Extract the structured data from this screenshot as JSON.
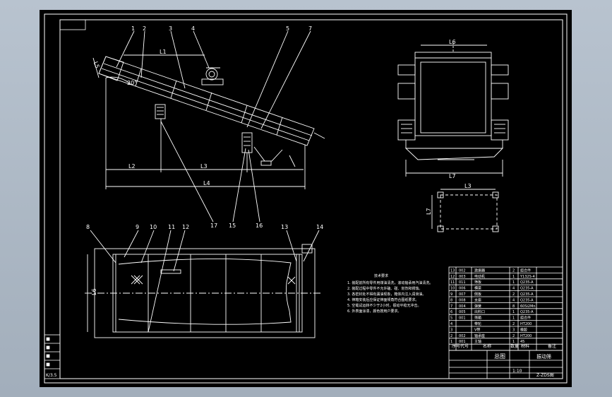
{
  "callouts_top": [
    {
      "id": "c1",
      "text": "1"
    },
    {
      "id": "c2",
      "text": "2"
    },
    {
      "id": "c3",
      "text": "3"
    },
    {
      "id": "c4",
      "text": "4"
    },
    {
      "id": "c5",
      "text": "5"
    },
    {
      "id": "c7",
      "text": "7"
    },
    {
      "id": "c17",
      "text": "17"
    },
    {
      "id": "c15",
      "text": "15"
    },
    {
      "id": "c16",
      "text": "16"
    }
  ],
  "callouts_plan": [
    {
      "id": "c8",
      "text": "8"
    },
    {
      "id": "c9",
      "text": "9"
    },
    {
      "id": "c10",
      "text": "10"
    },
    {
      "id": "c11",
      "text": "11"
    },
    {
      "id": "c12",
      "text": "12"
    },
    {
      "id": "c13",
      "text": "13"
    },
    {
      "id": "c14",
      "text": "14"
    }
  ],
  "dimensions": {
    "l1": "L1",
    "l2": "L2",
    "l3": "L3",
    "l4": "L4",
    "l5": "L5",
    "l6": "L6",
    "l7": "L7",
    "angle": "20°",
    "end_view_top": "L6",
    "end_view_bottom": "L7",
    "footprint_top": "L3",
    "footprint_side": "L7",
    "plan_side": "L6"
  },
  "notes": {
    "heading": "技术要求",
    "lines": [
      "1. 装配前所有零件用煤油清洗，滚动轴承用汽油清洗。",
      "2. 装配过程中零件不允许磕、碰、划伤和锈蚀。",
      "3. 各密封处不得有漏油现象，箱体内注入润滑油。",
      "4. 筛箱安装后应保证筛面倾角符合图纸要求。",
      "5. 空载试运转不少于2小时，振动平稳无冲击。",
      "6. 外表面涂漆，颜色按用户要求。"
    ]
  },
  "bom": {
    "rows": [
      {
        "no": "13",
        "code": "002",
        "name": "激振器",
        "qty": "2",
        "mat": "组合件"
      },
      {
        "no": "12",
        "code": "003",
        "name": "电动机",
        "qty": "1",
        "mat": "Y132S-4"
      },
      {
        "no": "11",
        "code": "011",
        "name": "筛板",
        "qty": "1",
        "mat": "Q235-A"
      },
      {
        "no": "10",
        "code": "006",
        "name": "横梁",
        "qty": "4",
        "mat": "Q235-A"
      },
      {
        "no": "9",
        "code": "007",
        "name": "侧板",
        "qty": "2",
        "mat": "Q235-A"
      },
      {
        "no": "8",
        "code": "008",
        "name": "支座",
        "qty": "4",
        "mat": "Q235-A"
      },
      {
        "no": "7",
        "code": "004",
        "name": "弹簧",
        "qty": "8",
        "mat": "60Si2Mn"
      },
      {
        "no": "6",
        "code": "005",
        "name": "出料口",
        "qty": "1",
        "mat": "Q235-A"
      },
      {
        "no": "5",
        "code": "001",
        "name": "筛箱",
        "qty": "1",
        "mat": "组合件"
      },
      {
        "no": "4",
        "code": "",
        "name": "带轮",
        "qty": "2",
        "mat": "HT200"
      },
      {
        "no": "3",
        "code": "",
        "name": "V带",
        "qty": "3",
        "mat": "橡胶"
      },
      {
        "no": "2",
        "code": "002",
        "name": "轴承座",
        "qty": "2",
        "mat": "HT200"
      },
      {
        "no": "1",
        "code": "001",
        "name": "主轴",
        "qty": "1",
        "mat": "45"
      }
    ],
    "header": {
      "no": "序号",
      "code": "代号",
      "name": "名称",
      "qty": "数量",
      "mat": "材料",
      "remark": "备注"
    }
  },
  "title_block": {
    "drawing_name": "总图",
    "product": "振动筛",
    "scale": "1:10",
    "drawing_no": "Z-ZDS图"
  },
  "left_stamp": {
    "label": "K/3.5"
  }
}
